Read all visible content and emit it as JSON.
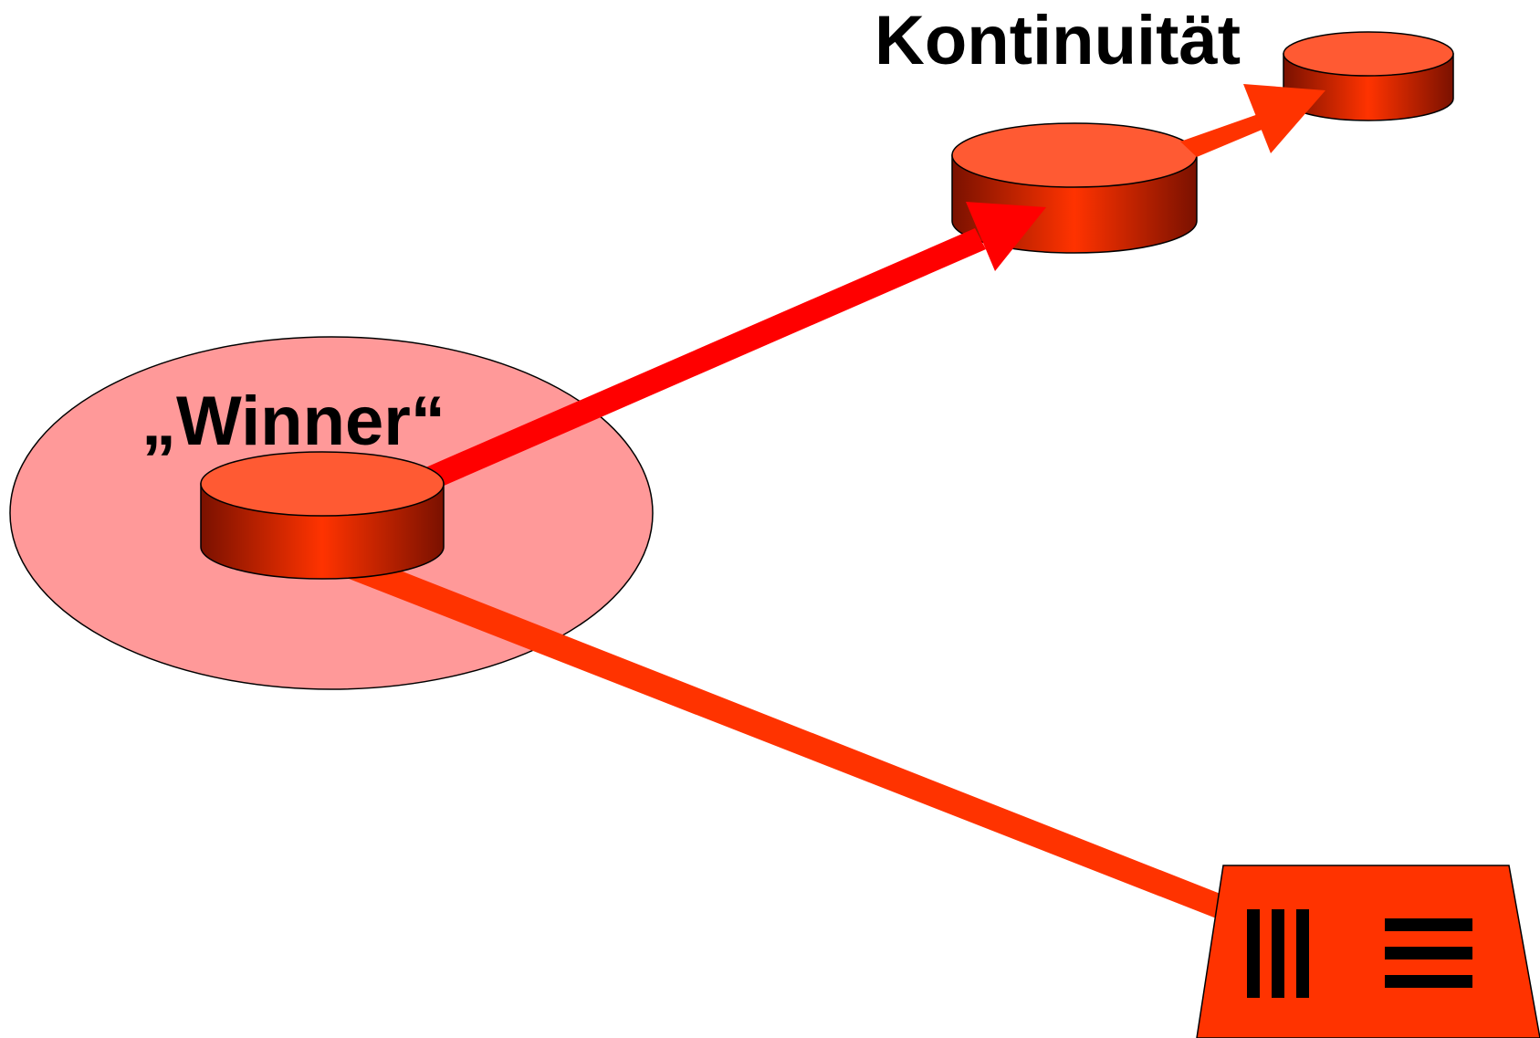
{
  "labels": {
    "winner": "„Winner“",
    "continuity": "Kontinuität"
  },
  "colors": {
    "halo_fill": "#FF9999",
    "cylinder_top": "#FF5A33",
    "cylinder_body_center": "#FF3300",
    "cylinder_body_edge": "#7A1100",
    "arrow_upper": "#FF0000",
    "arrow_continuity": "#FF3300",
    "bar_lower": "#FF3300",
    "trapezoid_fill": "#FF3300",
    "marks": "#000000"
  },
  "nodes": [
    {
      "id": "winner-cylinder",
      "name": "winner-cylinder"
    },
    {
      "id": "middle-cylinder",
      "name": "middle-cylinder"
    },
    {
      "id": "continuity-cylinder",
      "name": "continuity-cylinder"
    }
  ],
  "trapezoid_marks": {
    "vertical_bars": 3,
    "horizontal_bars": 3
  }
}
